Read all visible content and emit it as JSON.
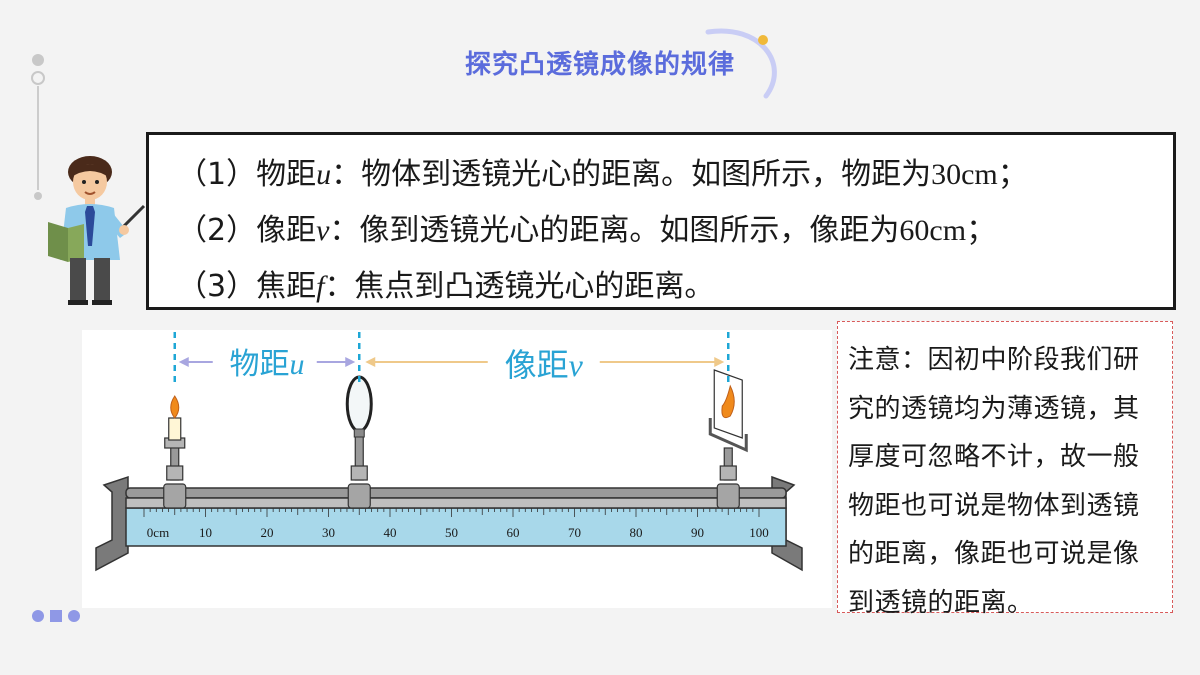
{
  "title": "探究凸透镜成像的规律",
  "definitions": [
    {
      "prefix": "（1）物距",
      "var": "u",
      "text": "：物体到透镜光心的距离。如图所示，物距为",
      "value": "30cm",
      "end": "；"
    },
    {
      "prefix": "（2）像距",
      "var": "v",
      "text": "：像到透镜光心的距离。如图所示，像距为",
      "value": "60cm",
      "end": "；"
    },
    {
      "prefix": "（3）焦距",
      "var": "f",
      "text": "：焦点到凸透镜光心的距离。",
      "value": "",
      "end": ""
    }
  ],
  "diagram": {
    "object_distance_label": "物距",
    "object_distance_var": "u",
    "image_distance_label": "像距",
    "image_distance_var": "v",
    "candle_position_cm": 5,
    "lens_position_cm": 35,
    "screen_position_cm": 95,
    "ruler_labels": [
      "0cm",
      "10",
      "20",
      "30",
      "40",
      "50",
      "60",
      "70",
      "80",
      "90",
      "100"
    ],
    "colors": {
      "measure_line": "#1ea7d6",
      "label_text": "#29a3d4",
      "object_arrow": "#a8a6e0",
      "image_arrow": "#efc98a",
      "ruler": "#a8d8ea",
      "rail": "#8e8e8e",
      "flame": "#f08a1c"
    }
  },
  "note": {
    "text": "注意：因初中阶段我们研究的透镜均为薄透镜，其厚度可忽略不计，故一般物距也可说是物体到透镜的距离，像距也可说是像到透镜的距离。"
  }
}
